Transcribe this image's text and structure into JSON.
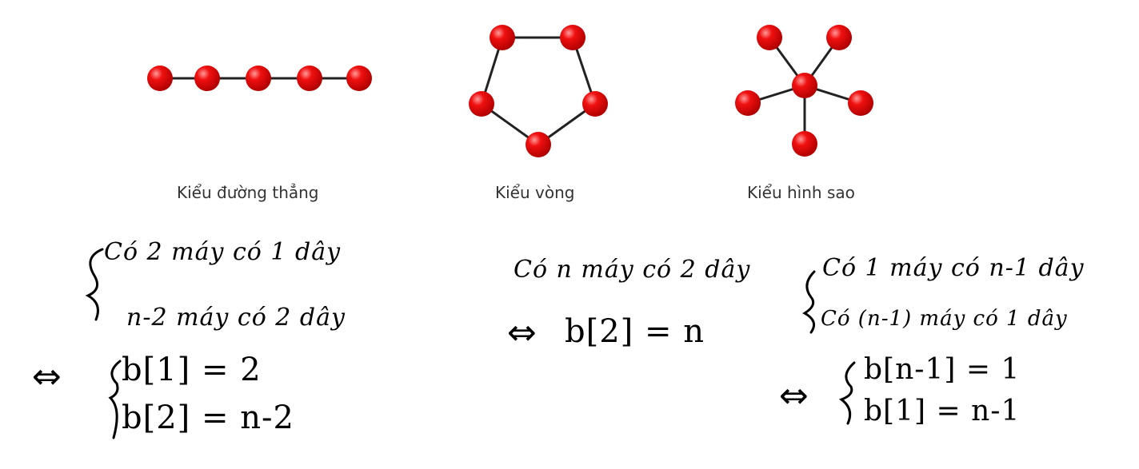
{
  "colors": {
    "node": "#e00000",
    "node_highlight": "#ff8a8a",
    "edge": "#222222",
    "ink": "#000000"
  },
  "topologies": [
    {
      "id": "line",
      "caption": "Kiểu đường thẳng"
    },
    {
      "id": "ring",
      "caption": "Kiểu vòng"
    },
    {
      "id": "star",
      "caption": "Kiểu hình sao"
    }
  ],
  "notes": {
    "line": {
      "line1": "Có 2 máy có 1 dây",
      "line2": "n-2 máy có 2 dây",
      "eq1": "b[1] = 2",
      "eq2": "b[2] = n-2"
    },
    "ring": {
      "line1": "Có n máy có 2 dây",
      "eq1": "b[2] = n"
    },
    "star": {
      "line1": "Có 1 máy có n-1 dây",
      "line2": "Có (n-1) máy có 1 dây",
      "eq1": "b[n-1] = 1",
      "eq2": "b[1] = n-1"
    },
    "equivalence_symbol": "⇔"
  }
}
